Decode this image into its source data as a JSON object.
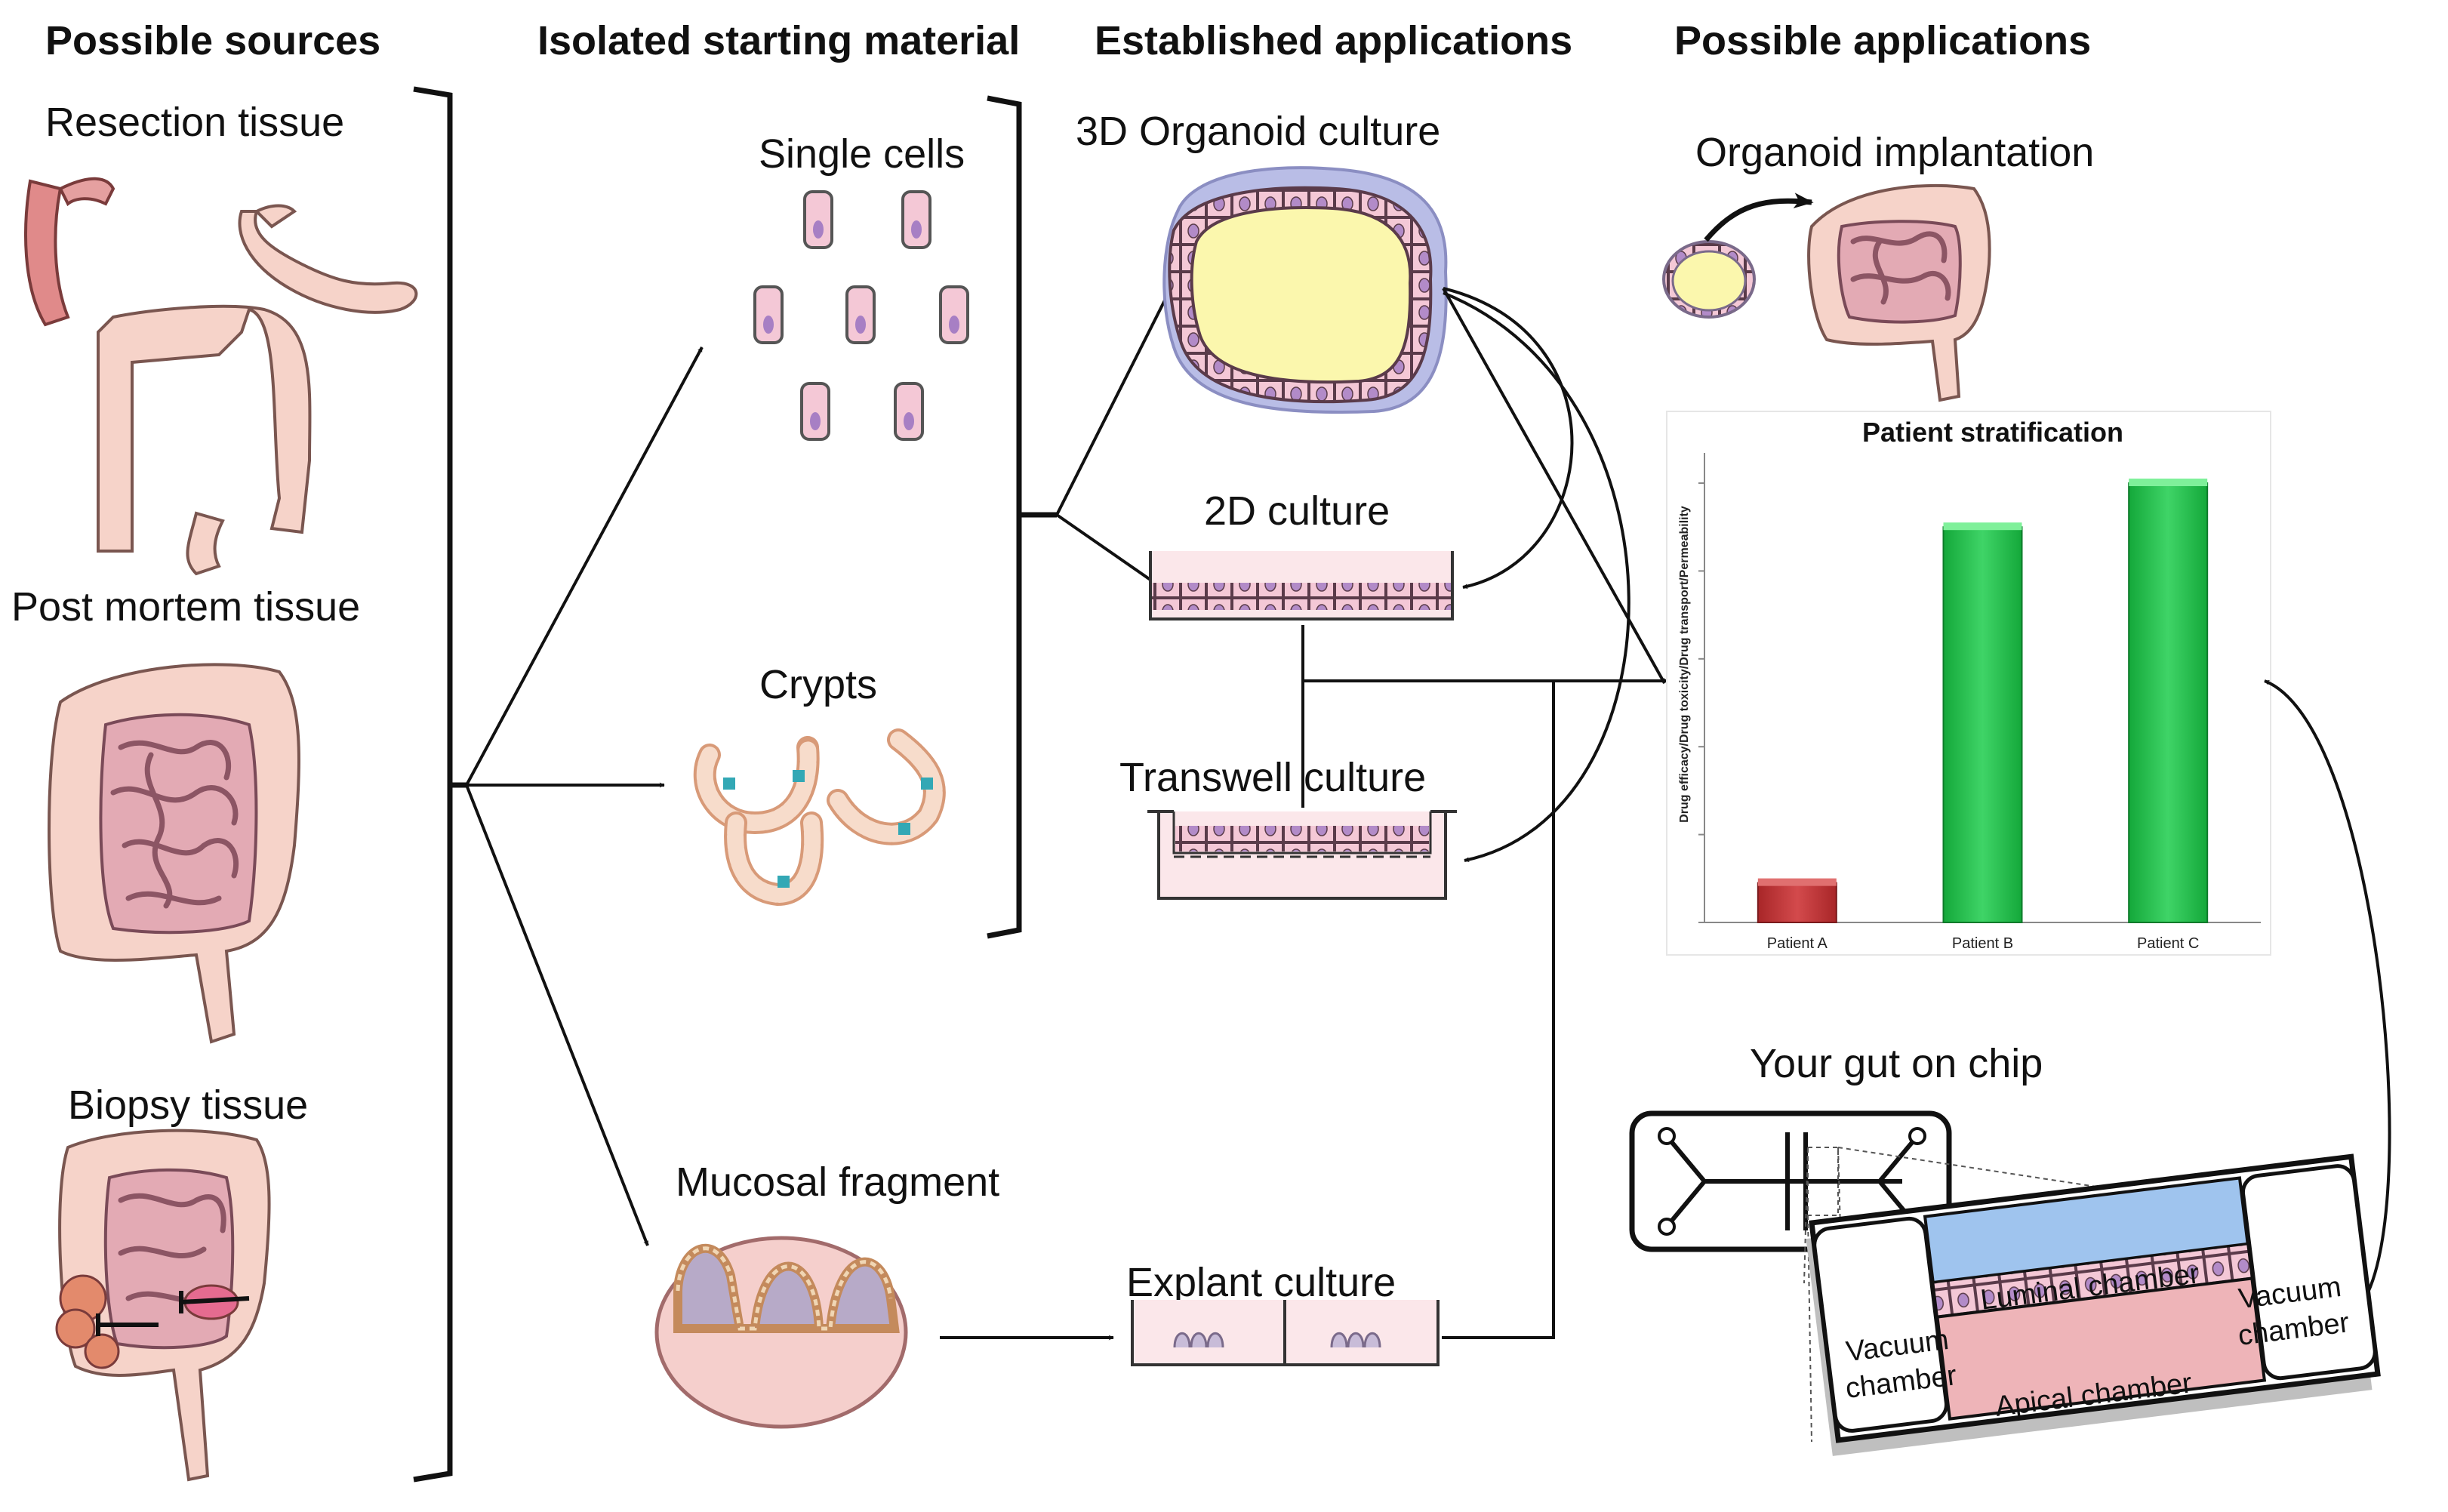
{
  "headers": {
    "sources": "Possible sources",
    "isolated": "Isolated starting material",
    "established": "Established applications",
    "possible": "Possible applications"
  },
  "sources": {
    "resection": "Resection tissue",
    "post_mortem": "Post mortem tissue",
    "biopsy": "Biopsy tissue"
  },
  "materials": {
    "single_cells": "Single cells",
    "crypts": "Crypts",
    "mucosal_fragment": "Mucosal fragment"
  },
  "established": {
    "organoid": "3D Organoid culture",
    "culture_2d": "2D culture",
    "transwell": "Transwell culture",
    "explant": "Explant culture"
  },
  "possible": {
    "implantation": "Organoid implantation",
    "gut_on_chip": "Your gut on chip",
    "luminal": "Luminal chamber",
    "apical": "Apical chamber",
    "vacuum_left_1": "Vacuum",
    "vacuum_left_2": "chamber",
    "vacuum_right_1": "Vacuum",
    "vacuum_right_2": "chamber"
  },
  "chart_data": {
    "type": "bar",
    "title": "Patient stratification",
    "ylabel": "Drug efficacy/Drug toxicity/Drug transport/Permeability",
    "xlabel": "",
    "categories": [
      "Patient A",
      "Patient B",
      "Patient C"
    ],
    "values": [
      9,
      90,
      100
    ],
    "ylim": [
      0,
      100
    ],
    "colors": [
      "#c0393b",
      "#1fbf4a",
      "#1fbf4a"
    ],
    "grid": false
  }
}
